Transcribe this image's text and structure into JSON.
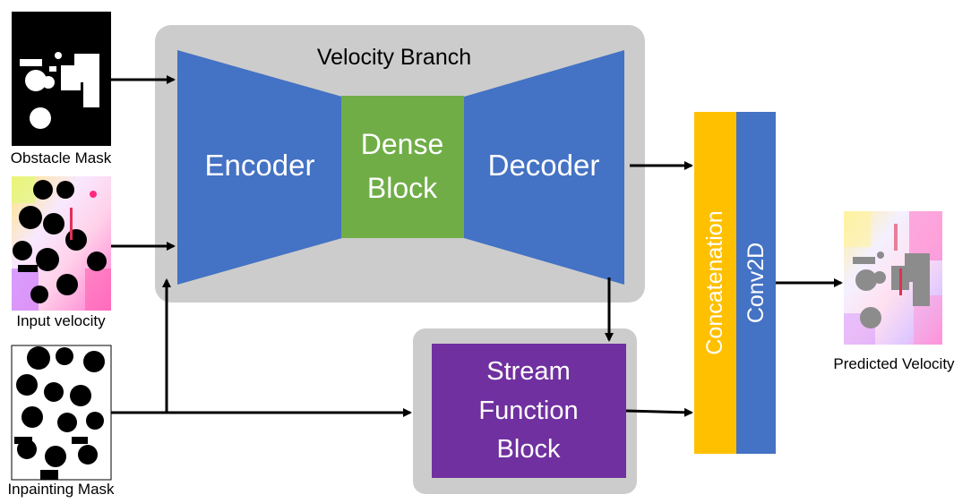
{
  "inputs": {
    "obstacle_mask": "Obstacle Mask",
    "input_velocity": "Input velocity",
    "inpainting_mask": "Inpainting Mask"
  },
  "velocity_branch": {
    "title": "Velocity Branch",
    "encoder": "Encoder",
    "dense_block_line1": "Dense",
    "dense_block_line2": "Block",
    "decoder": "Decoder"
  },
  "stream_function_block": {
    "line1": "Stream",
    "line2": "Function",
    "line3": "Block"
  },
  "concatenation": "Concatenation",
  "conv2d": "Conv2D",
  "output": "Predicted Velocity",
  "colors": {
    "panel_gray": "#cccccc",
    "blue": "#4472c4",
    "green": "#70ad47",
    "purple": "#7030a0",
    "gold": "#ffc000",
    "black": "#000000",
    "white": "#ffffff"
  }
}
